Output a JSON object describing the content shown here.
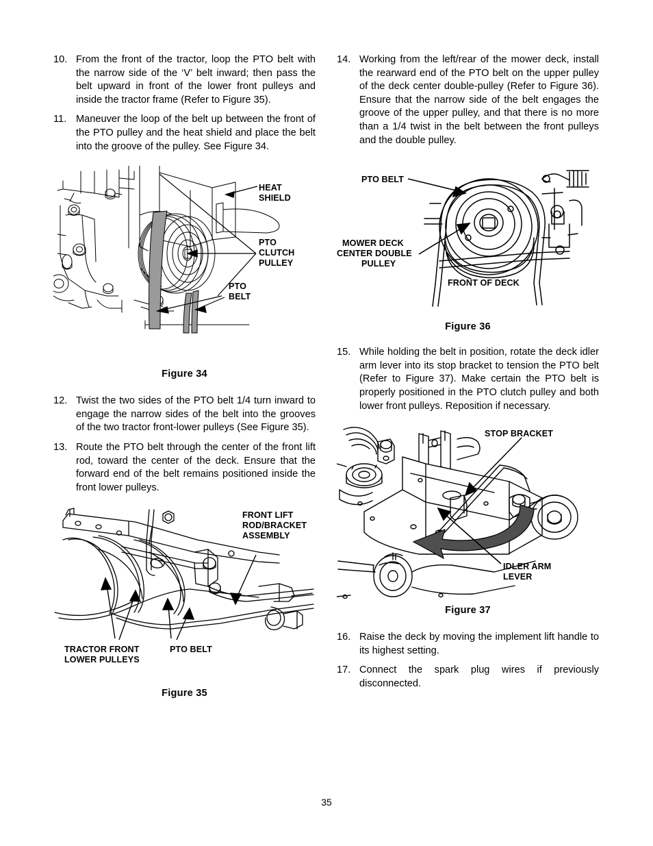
{
  "page": {
    "number": "35"
  },
  "left_column": {
    "steps": [
      {
        "num": "10.",
        "text": "From the front of the tractor, loop the PTO belt with the narrow side of the ‘V’ belt inward; then pass the belt upward in front of the lower front pulleys and inside the tractor frame (Refer to Figure 35)."
      },
      {
        "num": "11.",
        "text": "Maneuver the loop of the belt up between the front of the PTO pulley and the heat shield and place the belt into the groove of the pulley. See Figure 34."
      },
      {
        "num": "12.",
        "text": "Twist the two sides of the PTO belt 1/4 turn inward to engage the narrow sides of the belt into the grooves of the two tractor front-lower pulleys (See Figure 35)."
      },
      {
        "num": "13.",
        "text": "Route the PTO belt through the center of the front lift rod, toward the center of the deck. Ensure that the forward end of the belt remains positioned inside the front lower pulleys."
      }
    ]
  },
  "right_column": {
    "steps": [
      {
        "num": "14.",
        "text": "Working from the left/rear of the mower deck, install the rearward end of the PTO belt on the upper pulley of the deck center double-pulley (Refer to Figure 36). Ensure that the narrow side of the belt engages the groove of the upper pulley, and that there is no more than a 1/4 twist in the belt between the front pulleys and the double pulley."
      },
      {
        "num": "15.",
        "text": "While holding the belt in position, rotate the deck idler arm lever into its stop bracket to tension the PTO belt (Refer to Figure 37). Make certain the PTO belt is properly positioned in the PTO clutch pulley and both lower front pulleys. Reposition if necessary."
      },
      {
        "num": "16.",
        "text": "Raise the deck by moving the implement lift handle to its highest setting."
      },
      {
        "num": "17.",
        "text": "Connect the spark plug wires if previously disconnected."
      }
    ]
  },
  "figures": {
    "fig34": {
      "caption": "Figure 34",
      "labels": {
        "heat_shield_l1": "HEAT",
        "heat_shield_l2": "SHIELD",
        "pto_clutch_pulley_l1": "PTO",
        "pto_clutch_pulley_l2": "CLUTCH",
        "pto_clutch_pulley_l3": "PULLEY",
        "pto_belt_l1": "PTO",
        "pto_belt_l2": "BELT"
      }
    },
    "fig35": {
      "caption": "Figure 35",
      "labels": {
        "front_lift_l1": "FRONT LIFT",
        "front_lift_l2": "ROD/BRACKET",
        "front_lift_l3": "ASSEMBLY",
        "tractor_front_l1": "TRACTOR FRONT",
        "tractor_front_l2": "LOWER PULLEYS",
        "pto_belt": "PTO BELT"
      }
    },
    "fig36": {
      "caption": "Figure 36",
      "labels": {
        "pto_belt": "PTO BELT",
        "double_pulley_l1": "MOWER DECK",
        "double_pulley_l2": "CENTER DOUBLE",
        "double_pulley_l3": "PULLEY",
        "front_of_deck": "FRONT OF DECK"
      }
    },
    "fig37": {
      "caption": "Figure 37",
      "labels": {
        "stop_bracket": "STOP BRACKET",
        "idler_arm_l1": "IDLER ARM",
        "idler_arm_l2": "LEVER"
      }
    }
  },
  "colors": {
    "line": "#000000",
    "belt_fill": "#9a9a9a",
    "arrow_fill": "#4f4f4f",
    "paper": "#ffffff"
  }
}
